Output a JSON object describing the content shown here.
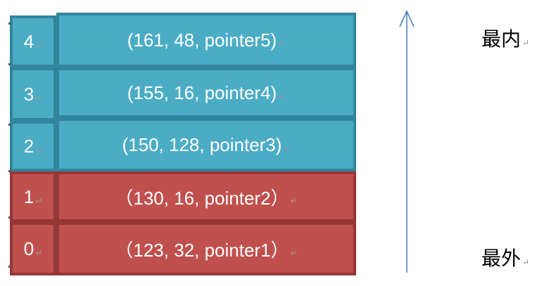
{
  "stack": {
    "rows": [
      {
        "index": "4",
        "value": "(161, 48, pointer5)",
        "color": "blue"
      },
      {
        "index": "3",
        "value": "(155, 16, pointer4)",
        "color": "blue"
      },
      {
        "index": "2",
        "value": "(150, 128, pointer3)",
        "color": "blue"
      },
      {
        "index": "1",
        "value": "（130, 16, pointer2）",
        "color": "red"
      },
      {
        "index": "0",
        "value": "（123, 32, pointer1）",
        "color": "red"
      }
    ]
  },
  "labels": {
    "top": "最内",
    "bottom": "最外"
  },
  "colors": {
    "blue_fill": "#4bacc6",
    "blue_border": "#31859c",
    "red_fill": "#c0504d",
    "red_border": "#953735",
    "arrow": "#4f81bd"
  },
  "marks": {
    "paragraph": "↵"
  }
}
